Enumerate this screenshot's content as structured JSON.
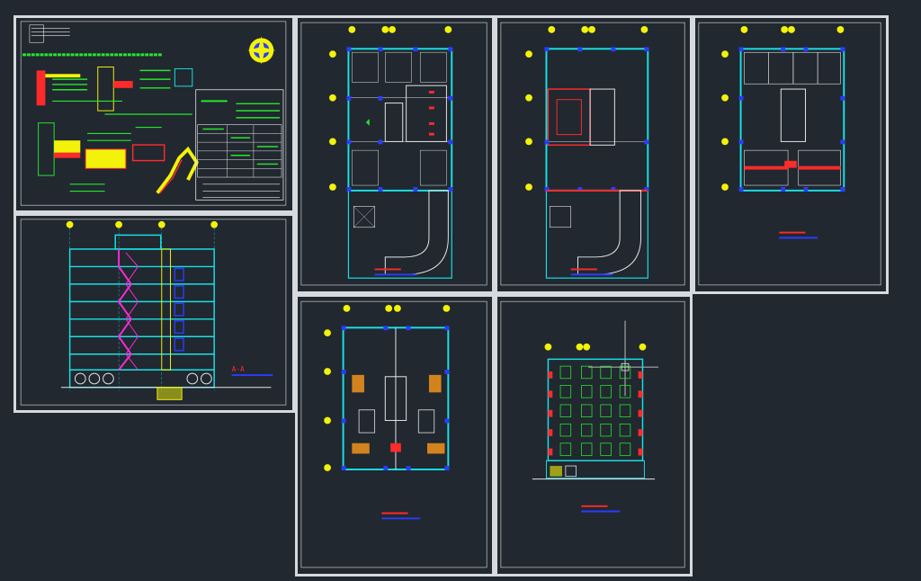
{
  "workspace": {
    "background": "#212830",
    "sheet_border": "#d6d9dd"
  },
  "palette": {
    "cyan": "#19e0e6",
    "blue": "#2a3cff",
    "yellow": "#f2f20a",
    "green": "#27e62c",
    "red": "#ff2a2a",
    "magenta": "#ff2ad8",
    "white": "#e8e8e8",
    "orange": "#ff9a1a",
    "gray": "#8a94a0"
  },
  "sheets": [
    {
      "id": "details",
      "name": "details-sheet"
    },
    {
      "id": "section",
      "name": "section-sheet",
      "title": "A-A"
    },
    {
      "id": "ground-plan",
      "name": "ground-floor-plan-sheet"
    },
    {
      "id": "first-plan",
      "name": "mezzanine-floor-plan-sheet"
    },
    {
      "id": "upper-plan",
      "name": "typical-floor-plan-sheet"
    },
    {
      "id": "apartment-plan",
      "name": "apartment-floor-plan-sheet"
    },
    {
      "id": "elevation",
      "name": "front-elevation-sheet"
    }
  ],
  "icons": {
    "north_arrow": "compass-icon"
  }
}
